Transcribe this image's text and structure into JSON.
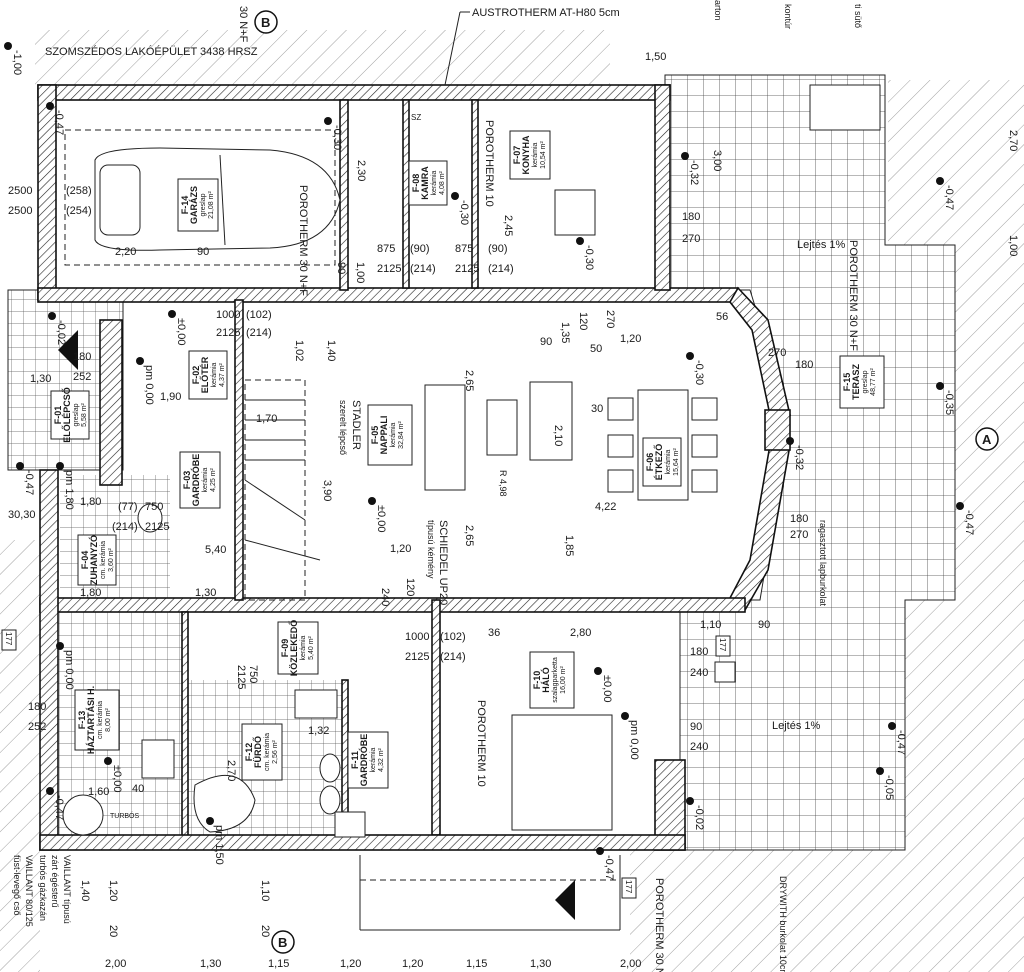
{
  "annotations": {
    "neighbor": "SZOMSZÉDOS LAKÓÉPÜLET  3438 HRSZ",
    "insulation": "AUSTROTHERM AT-H80 5cm",
    "wall_top": "30 N+F",
    "porotherm_garage": "POROTHERM 30 N+F",
    "porotherm_kamra": "POROTHERM 10",
    "porotherm_terrace": "POROTHERM 30 N+F",
    "porotherm_halo": "POROTHERM 10",
    "porotherm_bottom": "POROTHERM 30 N+F",
    "stairs": "STADLER",
    "stairs_sub": "szerelt lépcső",
    "chimney": "SCHIEDEL UP20",
    "chimney_sub": "típusú kémény",
    "radius": "R 4,98",
    "slope_top": "Lejtés 1%",
    "slope_bottom": "Lejtés 1%",
    "glued_tiles": "ragasztott lapburkolat",
    "drywith": "DRYWITH burkolat 10cm",
    "contour": "kontúr",
    "grill": "ti sütő",
    "carton": "arton",
    "boiler_1": "VAILLANT típusú",
    "boiler_2": "zárt égésterű",
    "boiler_3": "turbós gázkazán",
    "flue_1": "VAILLANT 80/125",
    "flue_2": "füst-levegő cső",
    "turbo": "TURBÓS",
    "section_a": "A",
    "section_b": "B",
    "sz": "SZ",
    "tag_177": "177",
    "tag_177b": "177",
    "tag_177c": "177"
  },
  "rooms": [
    {
      "code": "F-01",
      "name": "ELŐLÉPCSŐ",
      "floor": "greslap",
      "area": "5,58 m²"
    },
    {
      "code": "F-02",
      "name": "ELŐTÉR",
      "floor": "kerámia",
      "area": "4,37 m²"
    },
    {
      "code": "F-03",
      "name": "GARDRÓBE",
      "floor": "kerámia",
      "area": "4,25 m²"
    },
    {
      "code": "F-04",
      "name": "ZUHANYZÓ",
      "floor": "cm. kerámia",
      "area": "3,60 m²"
    },
    {
      "code": "F-05",
      "name": "NAPPALI",
      "floor": "kerámia",
      "area": "32,84 m²"
    },
    {
      "code": "F-06",
      "name": "ÉTKEZŐ",
      "floor": "kerámia",
      "area": "15,64 m²"
    },
    {
      "code": "F-07",
      "name": "KONYHA",
      "floor": "kerámia",
      "area": "10,54 m²"
    },
    {
      "code": "F-08",
      "name": "KAMRA",
      "floor": "kerámia",
      "area": "4,08 m²"
    },
    {
      "code": "F-09",
      "name": "KÖZLEKEDŐ",
      "floor": "kerámia",
      "area": "5,40 m²"
    },
    {
      "code": "F-10",
      "name": "HÁLÓ",
      "floor": "szalagparketta",
      "area": "16,00 m²"
    },
    {
      "code": "F-11",
      "name": "GARDRÓBE",
      "floor": "kerámia",
      "area": "4,32 m²"
    },
    {
      "code": "F-12",
      "name": "FÜRDŐ",
      "floor": "cm. kerámia",
      "area": "2,56 m²"
    },
    {
      "code": "F-13",
      "name": "HÁZTARTÁSI H.",
      "floor": "cm. kerámia",
      "area": "8,00 m²"
    },
    {
      "code": "F-14",
      "name": "GARÁZS",
      "floor": "greslap",
      "area": "21,08 m²"
    },
    {
      "code": "F-15",
      "name": "TERASZ",
      "floor": "greslap",
      "area": "48,77 m²"
    }
  ],
  "levels": [
    "-1,00",
    "-0,47",
    "-0,30",
    "-0,30",
    "-0,30",
    "-0,32",
    "-0,02",
    "±0,00",
    "pm 0,00",
    "±0,00",
    "-0,30",
    "-0,32",
    "-0,47",
    "-0,35",
    "-0,47",
    "±0,00",
    "pm 0,00",
    "-0,47",
    "-0,05",
    "-0,02",
    "-0,47",
    "±0,00",
    "pm 0,00",
    "-0,47",
    "pm 1,50",
    "pm 1,80",
    "-0,47"
  ],
  "dimensions": [
    "1,50",
    "2,30",
    "2,45",
    "3,00",
    "180",
    "270",
    "2500",
    "2500",
    "(258)",
    "(254)",
    "2,20",
    "90",
    "875",
    "2125",
    "(90)",
    "(214)",
    "875",
    "2125",
    "(90)",
    "(214)",
    "1,00",
    "90",
    "1000",
    "2125",
    "(102)",
    "(214)",
    "1,02",
    "1,40",
    "1,90",
    "1,30",
    "180",
    "252",
    "2,65",
    "2,10",
    "2,65",
    "1,85",
    "4,22",
    "1,70",
    "3,90",
    "1,20",
    "5,40",
    "1,80",
    "1,80",
    "1,30",
    "750",
    "2125",
    "(77)",
    "(214)",
    "240",
    "120",
    "2,80",
    "36",
    "1000",
    "2125",
    "(102)",
    "(214)",
    "1,10",
    "90",
    "180",
    "240",
    "90",
    "240",
    "180",
    "252",
    "1,60",
    "40",
    "1,32",
    "750",
    "2125",
    "2,70",
    "1,40",
    "1,20",
    "20",
    "1,10",
    "20",
    "2,00",
    "1,30",
    "1,15",
    "1,20",
    "1,20",
    "1,15",
    "1,30",
    "2,00",
    "1,35",
    "90",
    "50",
    "30",
    "270",
    "120",
    "1,20",
    "56",
    "270",
    "180",
    "180",
    "270",
    "2,70",
    "1,00",
    "30,30"
  ]
}
